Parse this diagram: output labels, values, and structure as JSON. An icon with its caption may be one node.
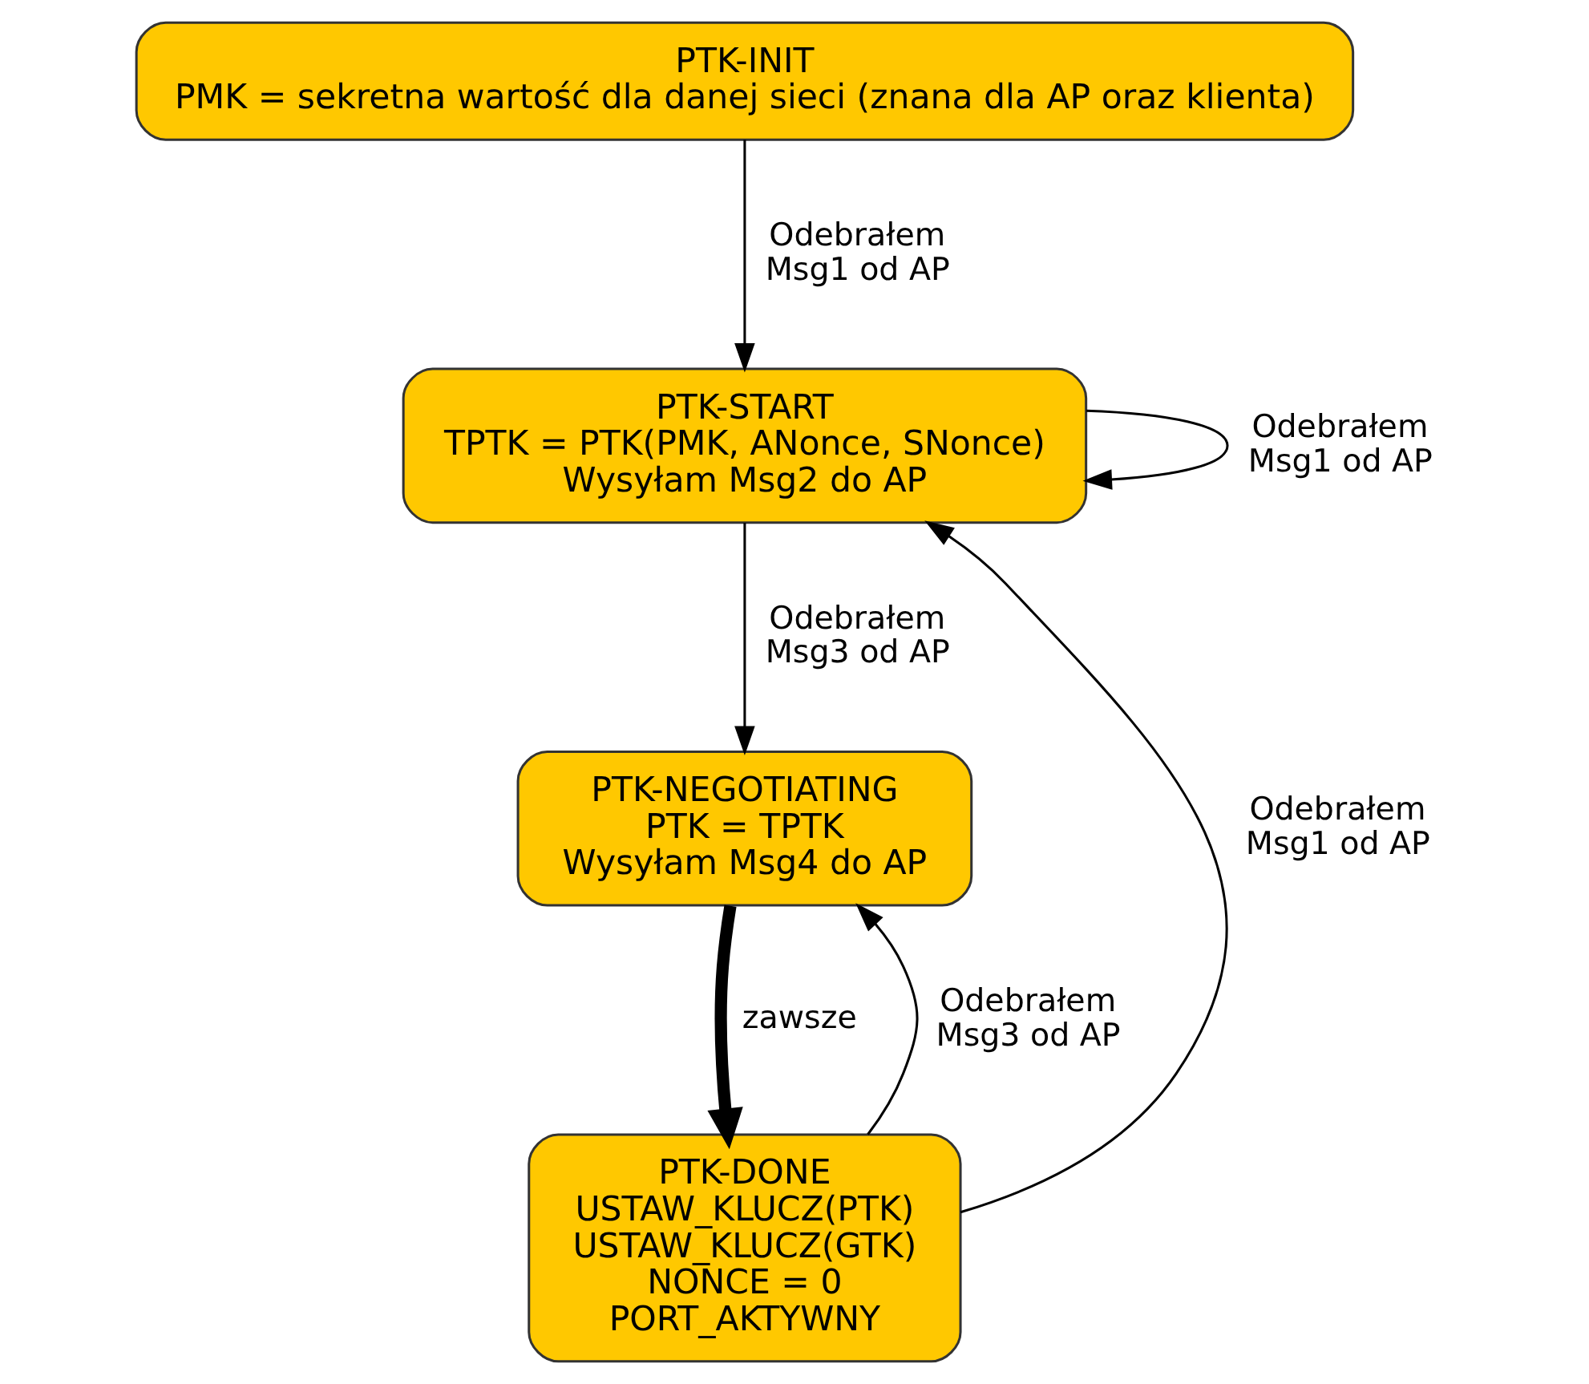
{
  "diagram": {
    "nodes": [
      {
        "text": [
          "PTK-INIT",
          "PMK = sekretna wartość dla danej sieci (znana dla AP oraz klienta)"
        ]
      },
      {
        "text": [
          "PTK-START",
          "TPTK = PTK(PMK, ANonce, SNonce)",
          "Wysyłam Msg2 do AP"
        ]
      },
      {
        "text": [
          "PTK-NEGOTIATING",
          "PTK = TPTK",
          "Wysyłam Msg4 do AP"
        ]
      },
      {
        "text": [
          "PTK-DONE",
          "USTAW_KLUCZ(PTK)",
          "USTAW_KLUCZ(GTK)",
          "NONCE = 0",
          "PORT_AKTYWNY"
        ]
      }
    ],
    "edges": [
      {
        "from": 0,
        "to": 1,
        "arrow": "to",
        "label": "Odebrałem Msg1 od AP"
      },
      {
        "from": 1,
        "to": 1,
        "arrow": "to",
        "label": "Odebrałem Msg1 od AP"
      },
      {
        "from": 1,
        "to": 2,
        "arrow": "to",
        "label": "Odebrałem Msg3 od AP"
      },
      {
        "from": 2,
        "to": 3,
        "arrow": "to",
        "label": "zawsze",
        "style": "thick"
      },
      {
        "from": 3,
        "to": 1,
        "arrow": "to",
        "label": "Odebrałem Msg1 od AP"
      },
      {
        "from": 3,
        "to": 2,
        "arrow": "to",
        "label": "Odebrałem Msg3 od AP"
      }
    ]
  }
}
